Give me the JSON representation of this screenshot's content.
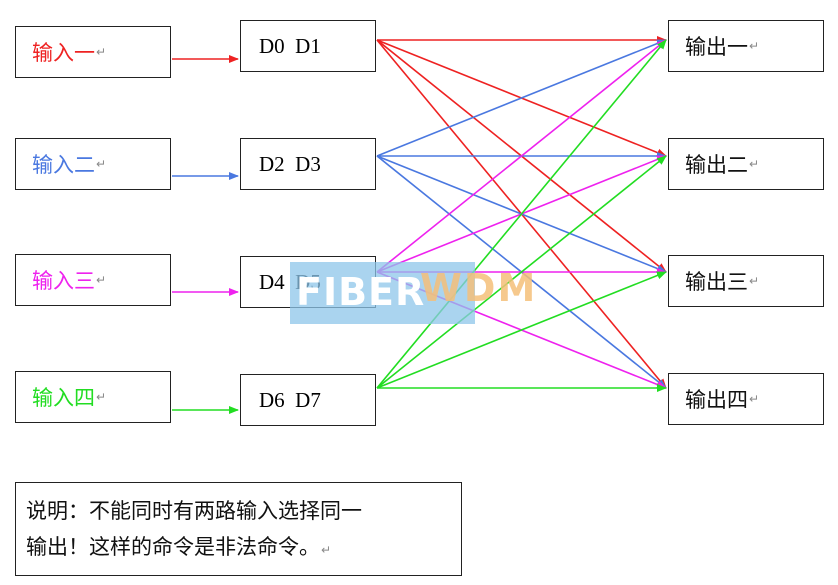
{
  "inputs": [
    {
      "label": "输入一",
      "color": "#ee2222"
    },
    {
      "label": "输入二",
      "color": "#4a78e0"
    },
    {
      "label": "输入三",
      "color": "#ee22ee"
    },
    {
      "label": "输入四",
      "color": "#22dd22"
    }
  ],
  "middles": [
    "D0  D1",
    "D2  D3",
    "D4  D5",
    "D6  D7"
  ],
  "outputs": [
    "输出一",
    "输出二",
    "输出三",
    "输出四"
  ],
  "return_mark": "↵",
  "note": {
    "line1": "说明：不能同时有两路输入选择同一",
    "line2": "输出！这样的命令是非法命令。"
  },
  "watermark": {
    "part1": "FIBER",
    "part2": "WDM"
  }
}
